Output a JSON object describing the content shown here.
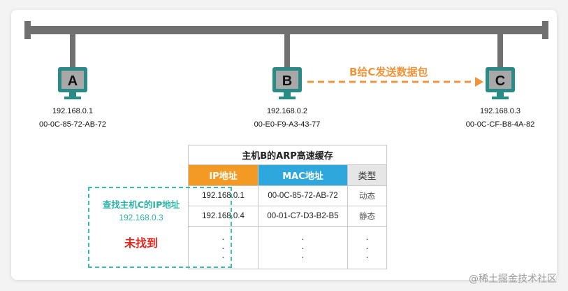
{
  "hosts": [
    {
      "letter": "A",
      "ip": "192.168.0.1",
      "mac": "00-0C-85-72-AB-72"
    },
    {
      "letter": "B",
      "ip": "192.168.0.2",
      "mac": "00-E0-F9-A3-43-77"
    },
    {
      "letter": "C",
      "ip": "192.168.0.3",
      "mac": "00-0C-CF-B8-4A-82"
    }
  ],
  "arrow_label": "B给C发送数据包",
  "arp_table": {
    "caption": "主机B的ARP高速缓存",
    "headers": {
      "ip": "IP地址",
      "mac": "MAC地址",
      "type": "类型"
    },
    "rows": [
      {
        "ip": "192.168.0.1",
        "mac": "00-0C-85-72-AB-72",
        "type": "动态"
      },
      {
        "ip": "192.168.0.4",
        "mac": "00-01-C7-D3-B2-B5",
        "type": "静态"
      }
    ],
    "ellipsis": "·\n·\n·"
  },
  "lookup": {
    "label": "查找主机C的IP地址",
    "ip": "192.168.0.3",
    "result": "未找到"
  },
  "watermark": "@稀土掘金技术社区",
  "colors": {
    "bus": "#707070",
    "monitor": "#2a8b86",
    "arrow": "#f0943a",
    "ip_header": "#f39a25",
    "mac_header": "#2ea8dc",
    "lookup": "#2bb3a3",
    "not_found": "#e0281e"
  }
}
